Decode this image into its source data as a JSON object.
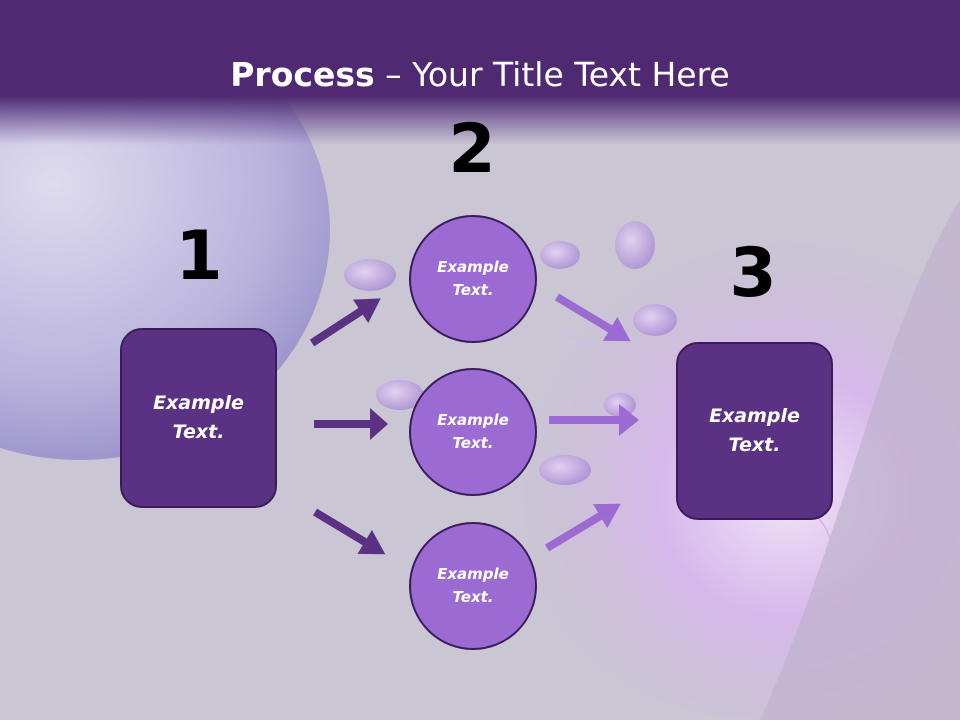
{
  "title": {
    "bold": "Process",
    "rest": " – Your Title Text Here"
  },
  "steps": [
    {
      "number": "1",
      "box_text": "Example\nText."
    },
    {
      "number": "2",
      "items": [
        "Example\nText.",
        "Example\nText.",
        "Example\nText."
      ]
    },
    {
      "number": "3",
      "box_text": "Example\nText."
    }
  ],
  "colors": {
    "header": "#4f2a72",
    "box": "#5a3183",
    "circle": "#9b6ad3",
    "arrow_dark": "#5a3183",
    "arrow_light": "#9b6ad3",
    "outline": "#3a1c5a"
  },
  "icons": {
    "arrow": "right-arrow-icon"
  }
}
